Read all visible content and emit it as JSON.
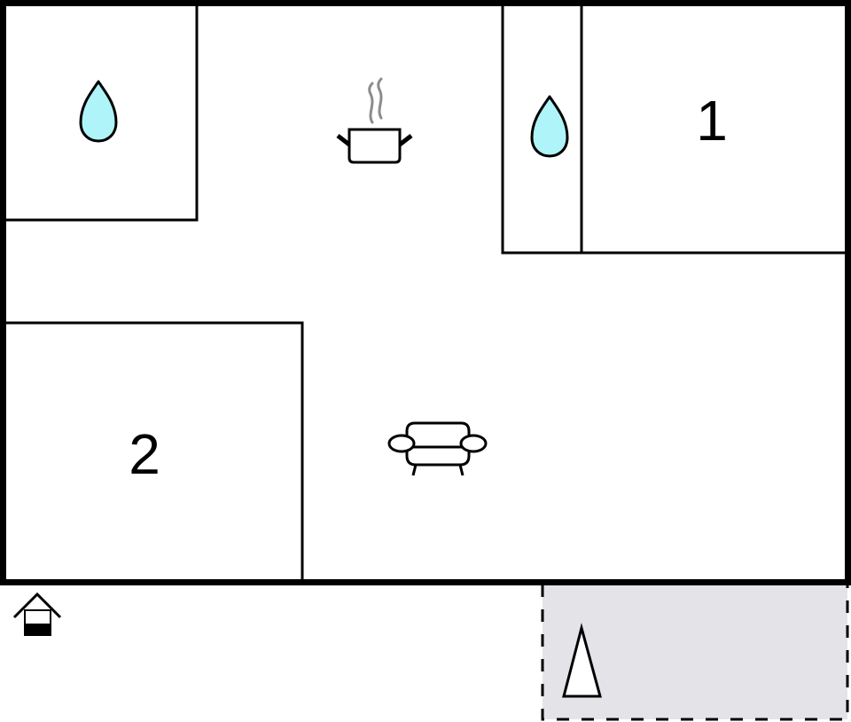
{
  "floorplan": {
    "colors": {
      "wall": "#000000",
      "background": "#ffffff",
      "water_fill": "#aef4f8",
      "steam": "#8c8c8c",
      "terrace_fill": "#e4e4e8"
    },
    "rooms": [
      {
        "id": "bathroom-1",
        "type": "bathroom",
        "icon": "water-drop-icon"
      },
      {
        "id": "kitchen",
        "type": "kitchen",
        "icon": "cooking-pot-icon"
      },
      {
        "id": "bathroom-2",
        "type": "bathroom",
        "icon": "water-drop-icon"
      },
      {
        "id": "bedroom-1",
        "type": "bedroom",
        "label": "1"
      },
      {
        "id": "bedroom-2",
        "type": "bedroom",
        "label": "2"
      },
      {
        "id": "living-room",
        "type": "living",
        "icon": "sofa-icon"
      }
    ],
    "entrance": {
      "icon": "entrance-house-icon"
    },
    "terrace": {
      "icon": "parasol-icon",
      "border": "dashed"
    }
  }
}
